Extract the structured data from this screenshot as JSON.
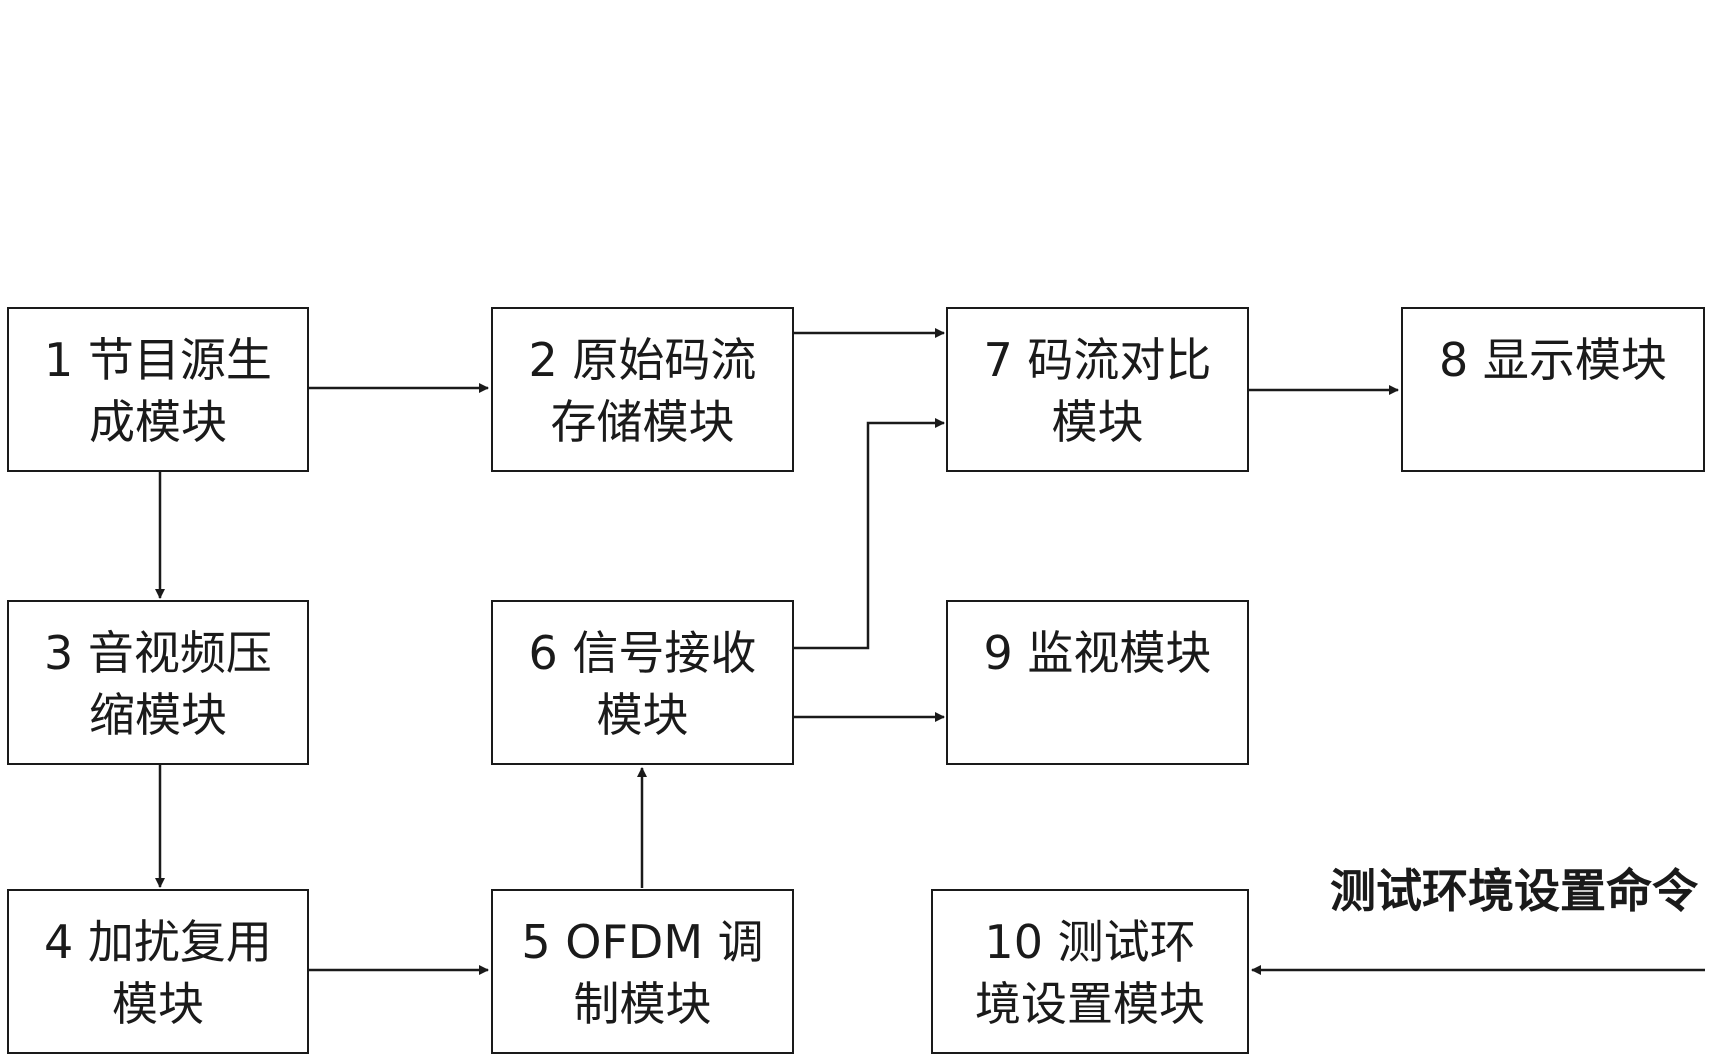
{
  "boxes": {
    "b1": {
      "line1": "1 节目源生",
      "line2": "成模块"
    },
    "b2": {
      "line1": "2 原始码流",
      "line2": "存储模块"
    },
    "b7": {
      "line1": "7 码流对比",
      "line2": "模块"
    },
    "b8": {
      "line1": "8 显示模块",
      "line2": ""
    },
    "b3": {
      "line1": "3 音视频压",
      "line2": "缩模块"
    },
    "b6": {
      "line1": "6 信号接收",
      "line2": "模块"
    },
    "b9": {
      "line1": "9 监视模块",
      "line2": ""
    },
    "b4": {
      "line1": "4 加扰复用",
      "line2": "模块"
    },
    "b5": {
      "line1": "5 OFDM 调",
      "line2": "制模块"
    },
    "b10": {
      "line1": "10 测试环",
      "line2": "境设置模块"
    }
  },
  "input_label": "测试环境设置命令",
  "colors": {
    "line": "#1a1a1a",
    "background": "#ffffff"
  }
}
